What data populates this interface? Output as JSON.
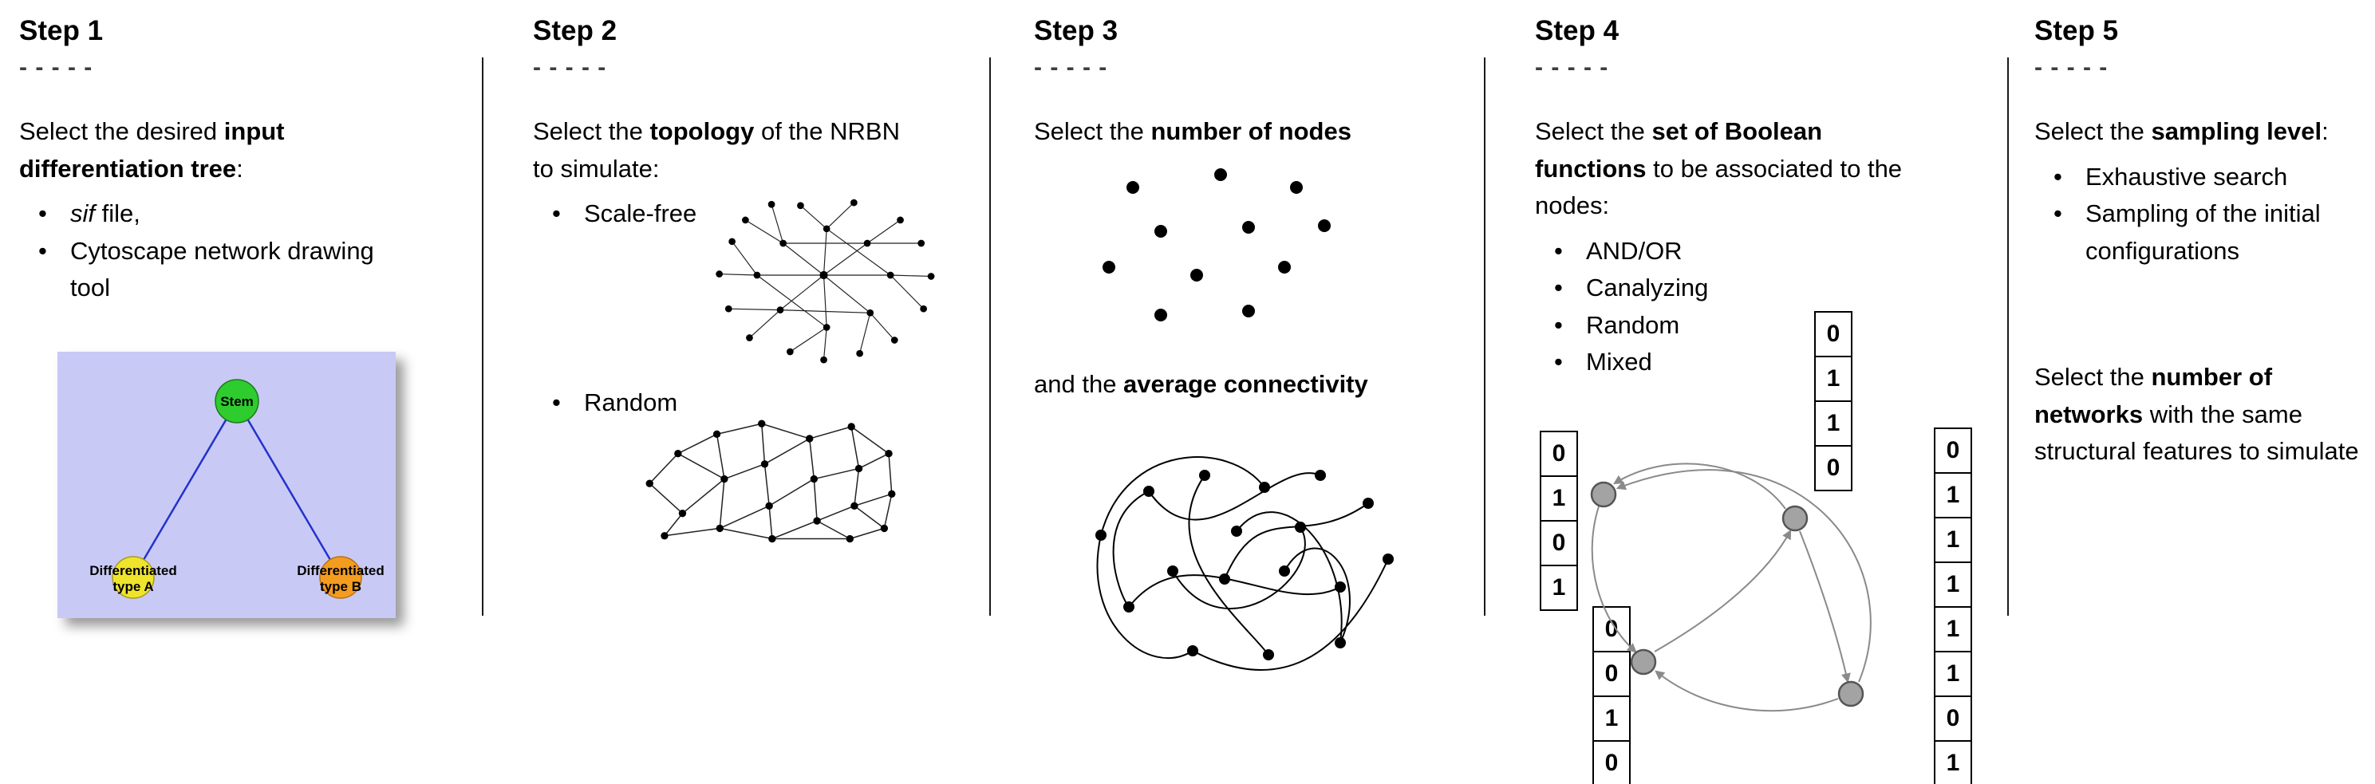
{
  "steps": [
    {
      "title": "Step 1",
      "dashes": "- - - - -",
      "intro": {
        "pre": "Select the desired ",
        "bold": "input differentiation tree",
        "post": ":"
      },
      "bullets": [
        {
          "italic": "sif",
          "text": " file,"
        },
        {
          "text": "Cytoscape network drawing tool"
        }
      ],
      "tree": {
        "root_label": "Stem",
        "left_label": [
          "Differentiated",
          "type A"
        ],
        "right_label": [
          "Differentiated",
          "type B"
        ],
        "colors": {
          "panel": "#c9c9f5",
          "root": "#2ecc2e",
          "left": "#efe42c",
          "right": "#f39c1f",
          "edge": "#2233cc"
        }
      }
    },
    {
      "title": "Step 2",
      "dashes": "- - - - -",
      "intro": {
        "pre": "Select the ",
        "bold": "topology",
        "post": " of the NRBN to simulate:"
      },
      "bullets": [
        {
          "text": "Scale-free"
        },
        {
          "text": "Random"
        }
      ]
    },
    {
      "title": "Step 3",
      "dashes": "- - - - -",
      "intro": {
        "pre": "Select the ",
        "bold": "number of nodes",
        "post": ""
      },
      "second": {
        "pre": "and the ",
        "bold": "average connectivity",
        "post": ""
      }
    },
    {
      "title": "Step 4",
      "dashes": "- - - - -",
      "intro": {
        "pre": "Select the ",
        "bold": "set of Boolean functions",
        "post": " to be associated to the nodes:"
      },
      "bullets": [
        {
          "text": "AND/OR"
        },
        {
          "text": "Canalyzing"
        },
        {
          "text": "Random"
        },
        {
          "text": "Mixed"
        }
      ],
      "truth_tables": {
        "top": [
          "0",
          "1",
          "1",
          "0"
        ],
        "left": [
          "0",
          "1",
          "0",
          "1"
        ],
        "bottom": [
          "0",
          "0",
          "1",
          "0"
        ],
        "right": [
          "0",
          "1",
          "1",
          "1",
          "1",
          "1",
          "0",
          "1"
        ]
      }
    },
    {
      "title": "Step 5",
      "dashes": "- - - - -",
      "intro": {
        "pre": "Select the ",
        "bold": "sampling level",
        "post": ":"
      },
      "bullets": [
        {
          "text": "Exhaustive search"
        },
        {
          "text": "Sampling of the initial configurations"
        }
      ],
      "second": {
        "pre": "Select the ",
        "bold": "number of networks",
        "post": " with the same structural features to simulate"
      }
    }
  ]
}
